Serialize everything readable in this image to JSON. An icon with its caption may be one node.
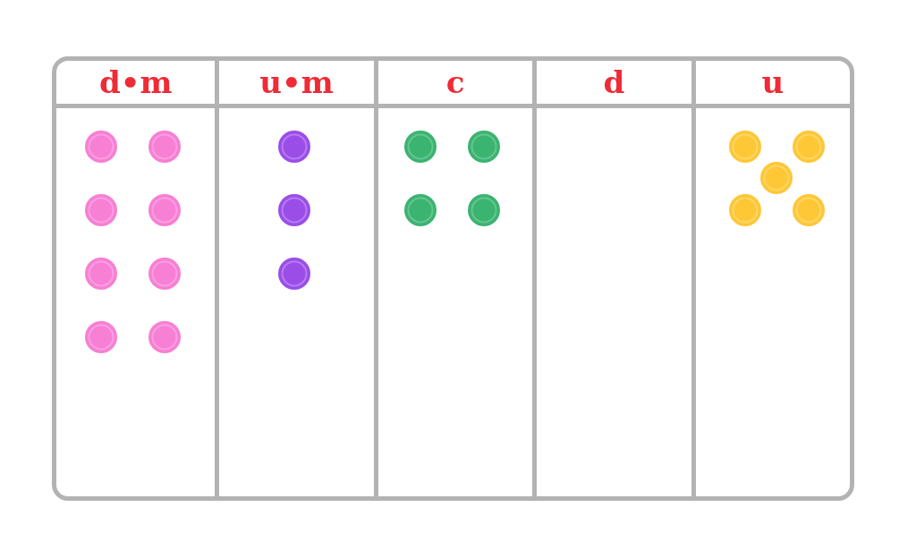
{
  "diagram": {
    "nodes": [
      {
        "text": [
          "d•m"
        ]
      },
      {
        "text": [],
        "shape": "circle",
        "in": 0
      },
      {
        "text": [],
        "shape": "circle",
        "in": 0
      },
      {
        "text": [],
        "shape": "circle",
        "in": 0
      },
      {
        "text": [],
        "shape": "circle",
        "in": 0
      },
      {
        "text": [],
        "shape": "circle",
        "in": 0
      },
      {
        "text": [],
        "shape": "circle",
        "in": 0
      },
      {
        "text": [],
        "shape": "circle",
        "in": 0
      },
      {
        "text": [],
        "shape": "circle",
        "in": 0
      },
      {
        "text": [
          "u•m"
        ]
      },
      {
        "text": [],
        "shape": "circle",
        "in": 9
      },
      {
        "text": [],
        "shape": "circle",
        "in": 9
      },
      {
        "text": [],
        "shape": "circle",
        "in": 9
      },
      {
        "text": [
          "c"
        ]
      },
      {
        "text": [],
        "shape": "circle",
        "in": 13
      },
      {
        "text": [],
        "shape": "circle",
        "in": 13
      },
      {
        "text": [],
        "shape": "circle",
        "in": 13
      },
      {
        "text": [],
        "shape": "circle",
        "in": 13
      },
      {
        "text": [
          "d"
        ]
      },
      {
        "text": [
          "u"
        ]
      },
      {
        "text": [],
        "shape": "circle",
        "in": 19
      },
      {
        "text": [],
        "shape": "circle",
        "in": 19
      },
      {
        "text": [],
        "shape": "circle",
        "in": 19
      },
      {
        "text": [],
        "shape": "circle",
        "in": 19
      },
      {
        "text": [],
        "shape": "circle",
        "in": 19
      }
    ]
  }
}
